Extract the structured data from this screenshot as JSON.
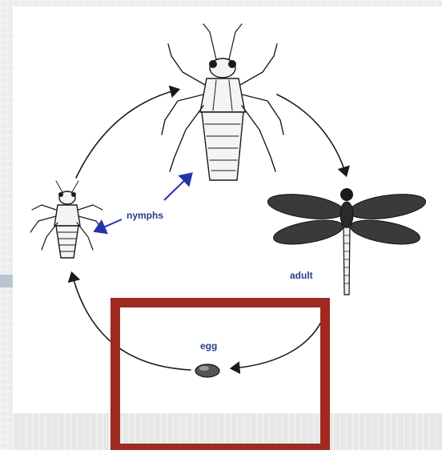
{
  "labels": {
    "nymphs": "nymphs",
    "adult": "adult",
    "egg": "egg"
  },
  "colors": {
    "label_text": "#2a3a8c",
    "pointer_arrow": "#2433a8",
    "highlight_box": "#9e2a22",
    "cycle_arrow": "#1a1a1a"
  },
  "stages": [
    "egg",
    "nymph-small",
    "nymph-large",
    "adult"
  ]
}
